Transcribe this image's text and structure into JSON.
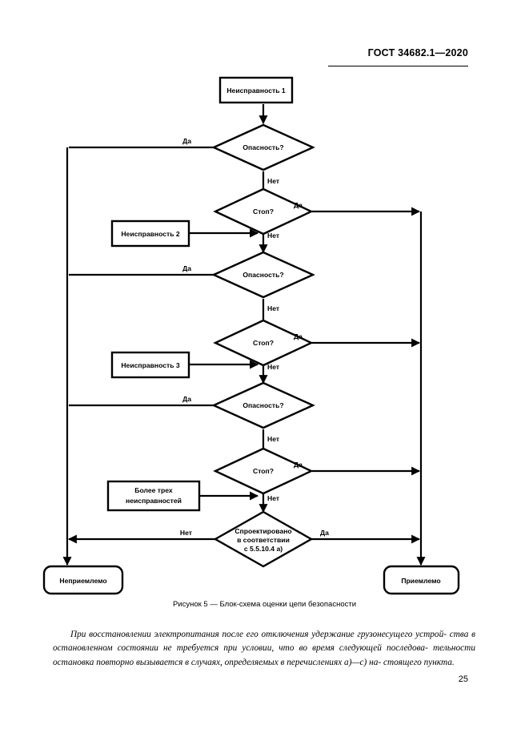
{
  "header": {
    "standard_title": "ГОСТ 34682.1—2020"
  },
  "figure": {
    "caption": "Рисунок 5 — Блок-схема оценки цепи безопасности",
    "nodes": {
      "fault1": "Неисправность 1",
      "fault2": "Неисправность 2",
      "fault3": "Неисправность 3",
      "more_faults_line1": "Более трех",
      "more_faults_line2": "неисправностей",
      "hazard1": "Опасность?",
      "hazard2": "Опасность?",
      "hazard3": "Опасность?",
      "stop1": "Стоп?",
      "stop2": "Стоп?",
      "stop3": "Стоп?",
      "designed_line1": "Спроектировано",
      "designed_line2": "в соответствии",
      "designed_line3": "с 5.5.10.4 a)",
      "terminal_reject": "Неприемлемо",
      "terminal_accept": "Приемлемо"
    },
    "edges": {
      "hazard1_yes": "Да",
      "hazard1_no": "Нет",
      "stop1_yes": "Да",
      "stop1_no": "Нет",
      "hazard2_yes": "Да",
      "hazard2_no": "Нет",
      "stop2_yes": "Да",
      "stop2_no": "Нет",
      "hazard3_yes": "Да",
      "hazard3_no": "Нет",
      "stop3_yes": "Да",
      "stop3_no": "Нет",
      "designed_no": "Нет",
      "designed_yes": "Да"
    }
  },
  "body": {
    "paragraph_lines": [
      "При восстановлении электропитания после его отключения удержание грузонесущего устрой-",
      "ства в остановленном состоянии не требуется при условии, что во время следующей последова-",
      "тельности остановка повторно вызывается в случаях, определяемых в перечислениях а)—с) на-",
      "стоящего пункта."
    ]
  },
  "footer": {
    "page_number": "25"
  }
}
